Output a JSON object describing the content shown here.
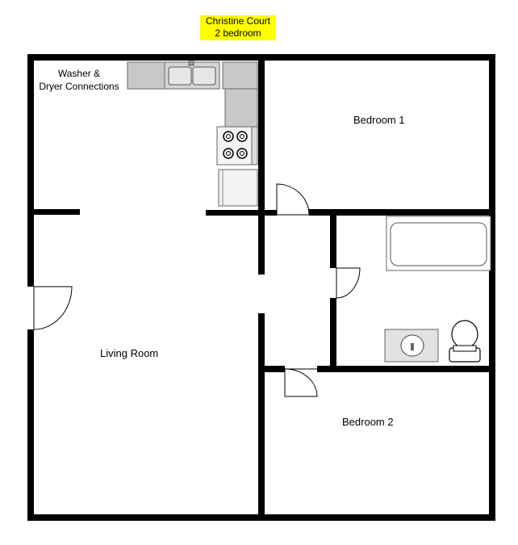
{
  "title": {
    "line1": "Christine Court",
    "line2": "2 bedroom"
  },
  "colors": {
    "title_highlight": "#ffff00",
    "walls": "#000000",
    "fixtures": "#c8c8c8"
  },
  "rooms": {
    "washer": {
      "line1": "Washer &",
      "line2": "Dryer Connections"
    },
    "bedroom1": "Bedroom 1",
    "living_room": "Living Room",
    "bedroom2": "Bedroom 2"
  }
}
